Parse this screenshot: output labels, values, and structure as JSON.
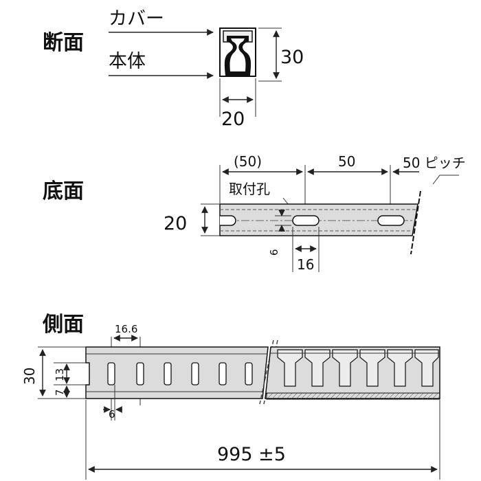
{
  "views": {
    "section_title": "断面",
    "bottom_title": "底面",
    "side_title": "側面"
  },
  "section": {
    "cover_label": "カバー",
    "body_label": "本体",
    "height": "30",
    "width": "20"
  },
  "bottom": {
    "pitch_first": "(50)",
    "pitch_second": "50",
    "pitch_note": "50 ピッチ",
    "hole_label": "取付孔",
    "width": "20",
    "hole_width": "6",
    "hole_length": "16"
  },
  "side": {
    "slot_spacing": "16.6",
    "height": "30",
    "dim_7": "7",
    "dim_13": "13",
    "slot_width": "6",
    "length": "995 ±5"
  },
  "colors": {
    "line": "#111111",
    "fill_grey": "#dcdcdc",
    "fill_dark": "#9a9a9a",
    "background": "#ffffff"
  }
}
